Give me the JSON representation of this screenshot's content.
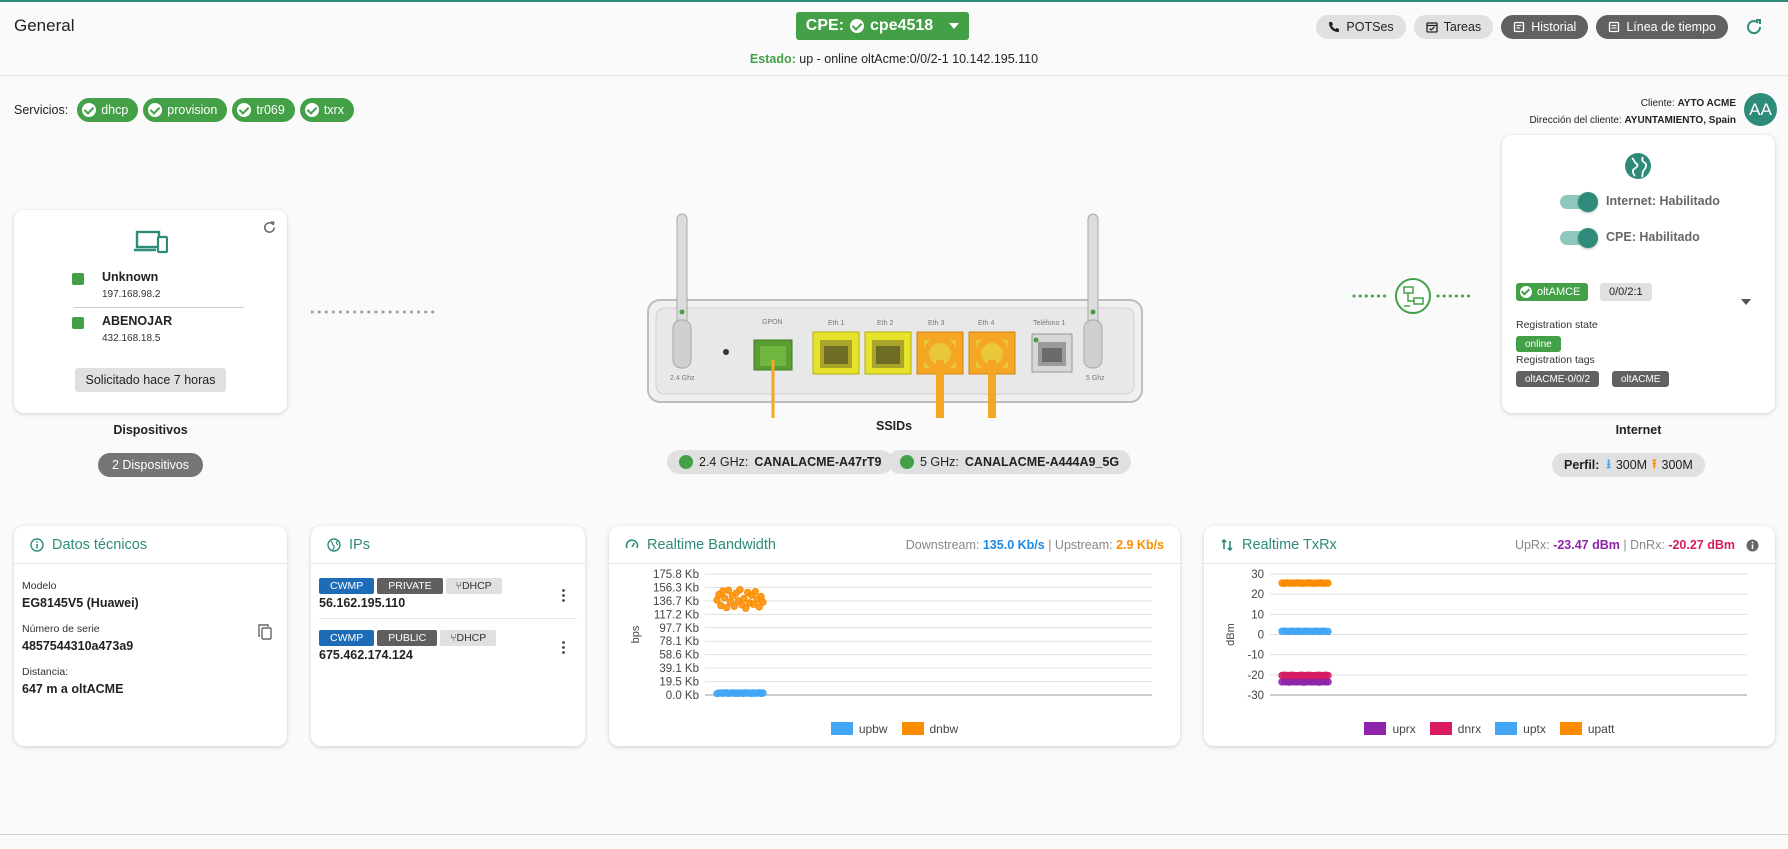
{
  "header": {
    "title": "General",
    "cpe_prefix": "CPE:",
    "cpe_name": "cpe4518",
    "estado_label": "Estado:",
    "estado_value": "up - online oltAcme:0/0/2-1 10.142.195.110",
    "actions": {
      "pots": "POTSes",
      "tareas": "Tareas",
      "historial": "Historial",
      "linea": "Línea de tiempo"
    }
  },
  "servicios": {
    "label": "Servicios:",
    "items": [
      "dhcp",
      "provision",
      "tr069",
      "txrx"
    ]
  },
  "cliente": {
    "cliente_label": "Cliente:",
    "cliente_value": "AYTO ACME",
    "direccion_label": "Dirección del cliente:",
    "direccion_value": "AYUNTAMIENTO, Spain",
    "avatar": "AA"
  },
  "devices": {
    "items": [
      {
        "name": "Unknown",
        "ip": "197.168.98.2"
      },
      {
        "name": "ABENOJAR",
        "ip": "432.168.18.5"
      }
    ],
    "requested": "Solicitado hace 7 horas",
    "section_label": "Dispositivos",
    "count_label": "2 Dispositivos"
  },
  "router": {
    "ports": [
      "GPON",
      "Eth 1",
      "Eth 2",
      "Eth 3",
      "Eth 4",
      "Teléfono 1"
    ],
    "band_left": "2.4 Ghz",
    "band_right": "5 Ghz"
  },
  "ssids": {
    "label": "SSIDs",
    "items": [
      {
        "band": "2.4 GHz:",
        "name": "CANALACME-A47rT9"
      },
      {
        "band": "5 GHz:",
        "name": "CANALACME-A444A9_5G"
      }
    ]
  },
  "internet": {
    "internet_toggle": "Internet: Habilitado",
    "cpe_toggle": "CPE: Habilitado",
    "olt_name": "oltAMCE",
    "olt_port": "0/0/2:1",
    "reg_state_label": "Registration state",
    "reg_state_value": "online",
    "reg_tags_label": "Registration tags",
    "reg_tags": [
      "oltACME-0/0/2",
      "oltACME"
    ],
    "section_label": "Internet",
    "perfil_label": "Perfil:",
    "perfil_down": "300M",
    "perfil_up": "300M"
  },
  "datos": {
    "title": "Datos técnicos",
    "modelo_label": "Modelo",
    "modelo_value": "EG8145V5 (Huawei)",
    "serie_label": "Número de serie",
    "serie_value": "4857544310a473a9",
    "distancia_label": "Distancia:",
    "distancia_value": "647 m a oltACME"
  },
  "ips": {
    "title": "IPs",
    "rows": [
      {
        "tag1": "CWMP",
        "tag2": "PRIVATE",
        "tag3": "DHCP",
        "ip": "56.162.195.110"
      },
      {
        "tag1": "CWMP",
        "tag2": "PUBLIC",
        "tag3": "DHCP",
        "ip": "675.462.174.124"
      }
    ]
  },
  "bandwidth": {
    "title": "Realtime Bandwidth",
    "down_label": "Downstream:",
    "down_value": "135.0 Kb/s",
    "sep": "|",
    "up_label": "Upstream:",
    "up_value": "2.9 Kb/s"
  },
  "txrx": {
    "title": "Realtime TxRx",
    "uprx_label": "UpRx:",
    "uprx_value": "-23.47 dBm",
    "sep": "|",
    "dnrx_label": "DnRx:",
    "dnrx_value": "-20.27 dBm"
  },
  "colors": {
    "accent": "#2e8b7a",
    "green": "#43a047",
    "blue": "#42a5f5",
    "orange": "#fb8c00",
    "purple": "#8e24aa",
    "pink": "#d81b60"
  },
  "chart_data": [
    {
      "type": "scatter",
      "title": "Realtime Bandwidth",
      "ylabel": "bps",
      "yticks": [
        "0.0 Kb",
        "19.5 Kb",
        "39.1 Kb",
        "58.6 Kb",
        "78.1 Kb",
        "97.7 Kb",
        "117.2 Kb",
        "136.7 Kb",
        "156.3 Kb",
        "175.8 Kb"
      ],
      "ylim": [
        0,
        175.8
      ],
      "series": [
        {
          "name": "upbw",
          "color": "#42a5f5",
          "values": [
            2.1,
            2.8,
            3.0,
            2.5,
            2.9,
            3.2,
            2.4,
            2.7,
            3.1,
            2.6,
            2.9,
            2.3,
            3.0,
            2.8,
            2.5,
            3.1,
            2.7,
            2.9,
            2.4,
            3.0,
            2.6,
            2.8,
            3.2,
            2.5,
            2.9
          ]
        },
        {
          "name": "dnbw",
          "color": "#fb8c00",
          "values": [
            138,
            146,
            130,
            151,
            141,
            127,
            152,
            135,
            144,
            129,
            148,
            137,
            153,
            131,
            140,
            126,
            149,
            134,
            145,
            132,
            150,
            139,
            128,
            143,
            135
          ]
        }
      ]
    },
    {
      "type": "scatter",
      "title": "Realtime TxRx",
      "ylabel": "dBm",
      "yticks": [
        "-30",
        "-20",
        "-10",
        "0",
        "10",
        "20",
        "30"
      ],
      "ylim": [
        -30,
        30
      ],
      "series": [
        {
          "name": "uprx",
          "color": "#8e24aa",
          "values": [
            -23.5,
            -23.4,
            -23.5,
            -23.6,
            -23.4,
            -23.5,
            -23.5,
            -23.4,
            -23.5,
            -23.6,
            -23.5,
            -23.4,
            -23.5,
            -23.5,
            -23.4,
            -23.6,
            -23.5,
            -23.4,
            -23.5,
            -23.5
          ]
        },
        {
          "name": "dnrx",
          "color": "#d81b60",
          "values": [
            -20.3,
            -20.2,
            -20.3,
            -20.3,
            -20.2,
            -20.3,
            -20.4,
            -20.3,
            -20.2,
            -20.3,
            -20.3,
            -20.2,
            -20.3,
            -20.4,
            -20.3,
            -20.2,
            -20.3,
            -20.3,
            -20.2,
            -20.3
          ]
        },
        {
          "name": "uptx",
          "color": "#42a5f5",
          "values": [
            1.6,
            1.7,
            1.6,
            1.5,
            1.7,
            1.6,
            1.6,
            1.7,
            1.5,
            1.6,
            1.7,
            1.6,
            1.6,
            1.5,
            1.7,
            1.6,
            1.6,
            1.7,
            1.6,
            1.5
          ]
        },
        {
          "name": "upatt",
          "color": "#fb8c00",
          "values": [
            25.5,
            25.4,
            25.6,
            25.5,
            25.5,
            25.4,
            25.6,
            25.5,
            25.5,
            25.4,
            25.5,
            25.6,
            25.5,
            25.4,
            25.5,
            25.5,
            25.6,
            25.4,
            25.5,
            25.5
          ]
        }
      ]
    }
  ]
}
